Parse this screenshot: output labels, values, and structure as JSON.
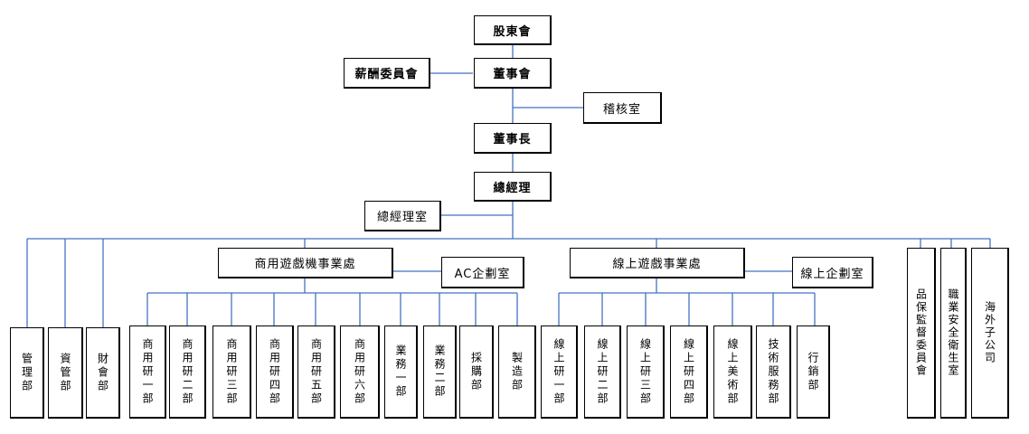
{
  "org": {
    "top": {
      "shareholders": "股東會",
      "board": "董事會",
      "compensation": "薪酬委員會",
      "audit": "稽核室",
      "chairman": "董事長",
      "gm": "總經理",
      "gm_office": "總經理室"
    },
    "divisions": {
      "commercial": "商用遊戲機事業處",
      "ac_planning": "AC企劃室",
      "online": "線上遊戲事業處",
      "online_planning": "線上企劃室"
    },
    "departments": {
      "management": "管理部",
      "it": "資管部",
      "finance": "財會部",
      "cr1": "商用研一部",
      "cr2": "商用研二部",
      "cr3": "商用研三部",
      "cr4": "商用研四部",
      "cr5": "商用研五部",
      "cr6": "商用研六部",
      "sales1": "業務一部",
      "sales2": "業務二部",
      "purchasing": "採購部",
      "manufacturing": "製造部",
      "or1": "線上研一部",
      "or2": "線上研二部",
      "or3": "線上研三部",
      "or4": "線上研四部",
      "art": "線上美術部",
      "tech": "技術服務部",
      "marketing": "行銷部",
      "qa": "品保監督委員會",
      "safety": "職業安全衛生室",
      "overseas": "海外子公司"
    }
  }
}
